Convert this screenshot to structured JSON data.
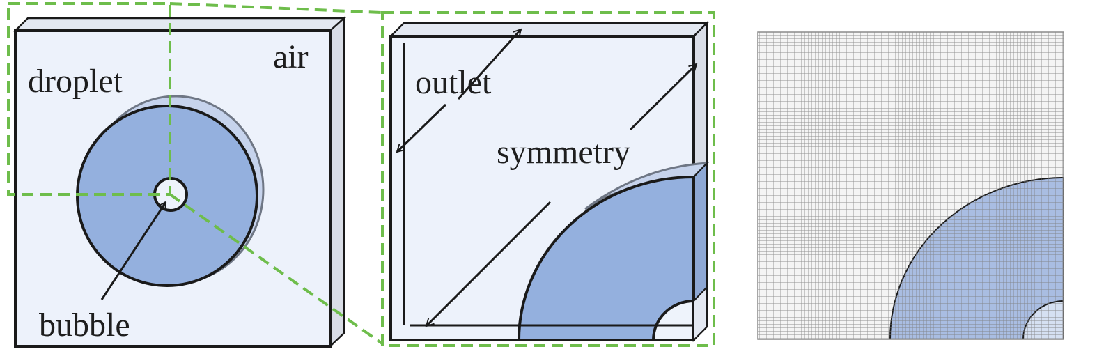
{
  "panels": {
    "full_domain": {
      "labels": {
        "air": "air",
        "droplet": "droplet",
        "bubble": "bubble"
      }
    },
    "quarter_domain": {
      "labels": {
        "outlet": "outlet",
        "symmetry": "symmetry"
      }
    },
    "mesh": {
      "labels": {}
    }
  },
  "colors": {
    "domain_fill": "#edf2fb",
    "droplet_fill": "#94b0de",
    "bubble_fill": "#eef3fb",
    "side_face": "#d9dde6",
    "outline": "#1a1a1a",
    "guide_dashes": "#6ebd4b",
    "mesh_lines": "#8a8a8a"
  },
  "icons": [
    "arrow-icon"
  ]
}
